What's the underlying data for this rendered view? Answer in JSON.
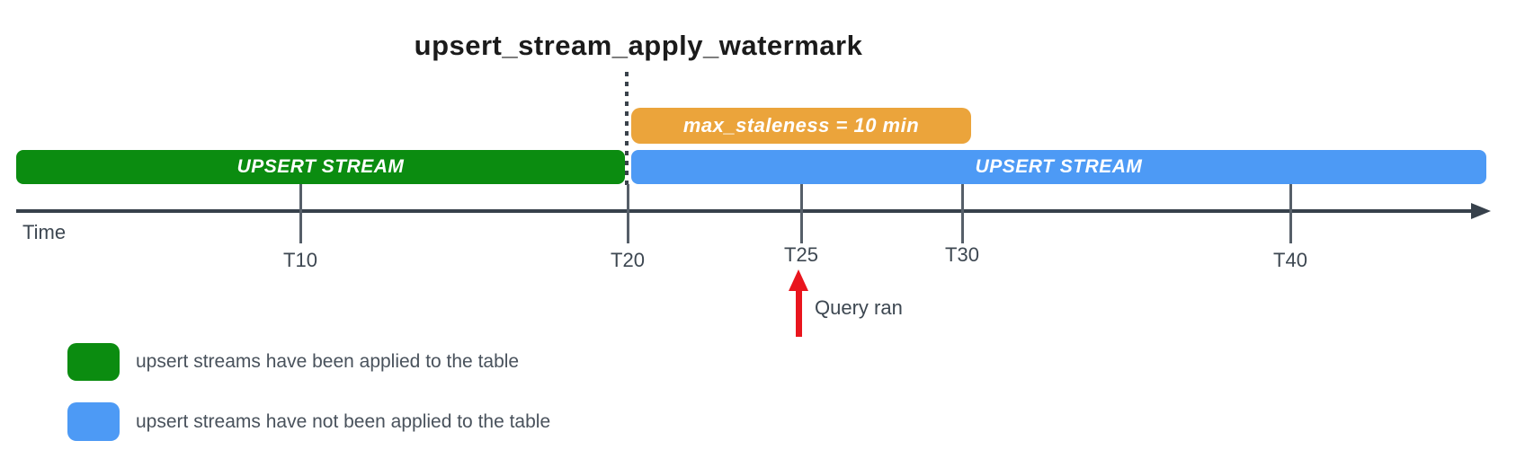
{
  "title": "upsert_stream_apply_watermark",
  "timeline": {
    "applied_bar": {
      "label": "UPSERT STREAM",
      "color": "#0b8c10"
    },
    "pending_bar": {
      "label": "UPSERT STREAM",
      "color": "#4d9af5"
    },
    "staleness_bar": {
      "label": "max_staleness = 10 min",
      "color": "#eba43b"
    }
  },
  "axis": {
    "label": "Time",
    "ticks": [
      {
        "label": "T10"
      },
      {
        "label": "T20"
      },
      {
        "label": "T25"
      },
      {
        "label": "T30"
      },
      {
        "label": "T40"
      }
    ]
  },
  "annotations": {
    "query_ran": {
      "label": "Query ran",
      "arrow_color": "#e9151d"
    }
  },
  "legend": [
    {
      "swatch_color": "#0b8c10",
      "label": "upsert streams have been applied to the table"
    },
    {
      "swatch_color": "#4d9af5",
      "label": "upsert streams have not been applied to the table"
    }
  ],
  "colors": {
    "axis": "#37414b",
    "tick": "#565f69",
    "text": "#3d4751",
    "title_text": "#1b1b1b",
    "bar_text": "#ffffff"
  }
}
